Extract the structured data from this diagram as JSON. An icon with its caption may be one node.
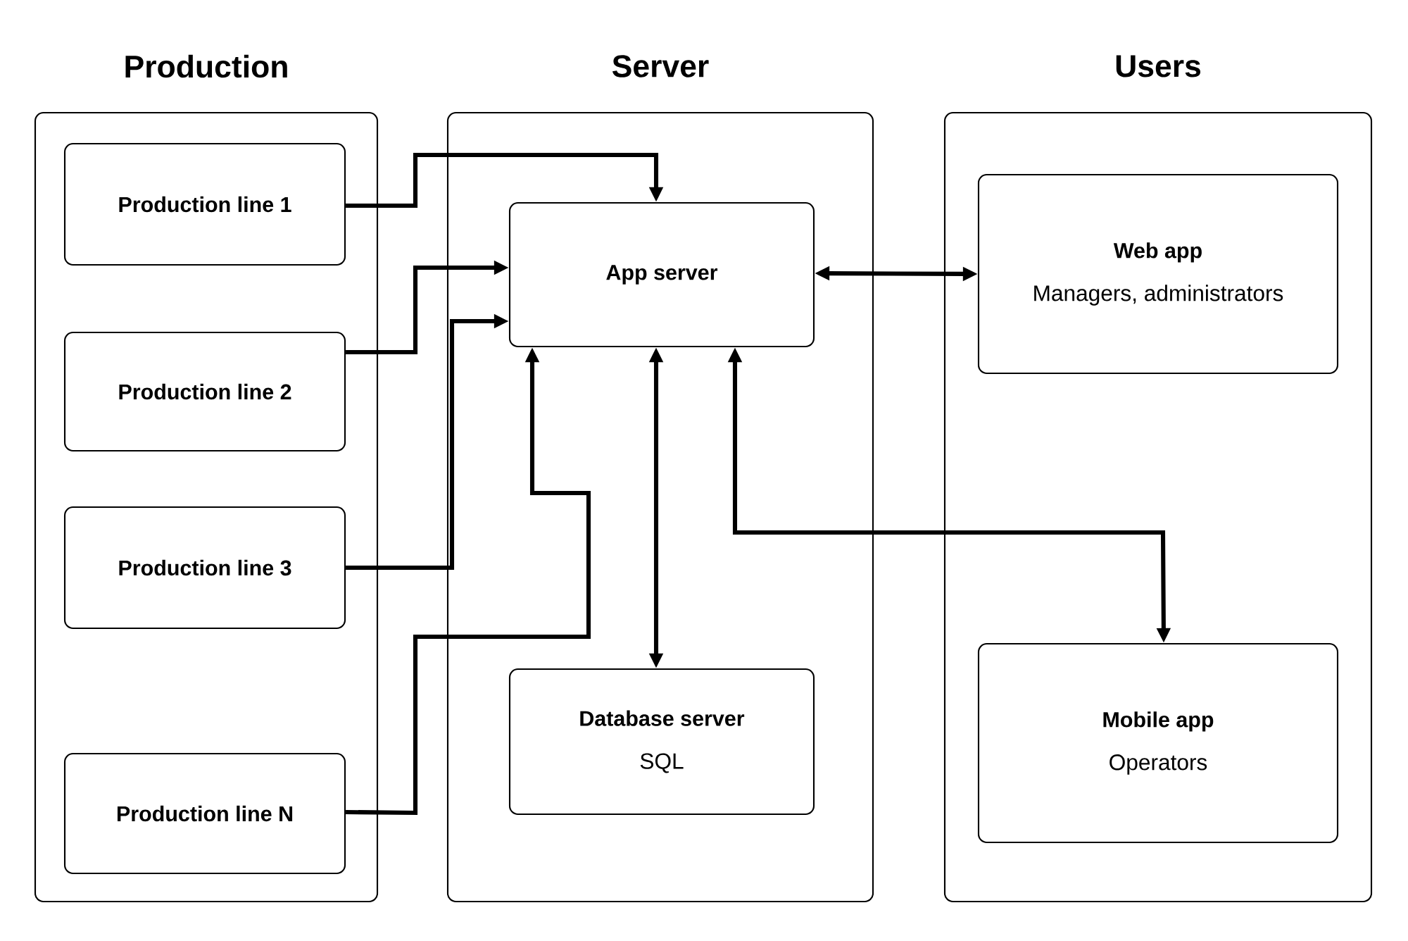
{
  "diagram": {
    "nodes": [
      {
        "text": [
          "Production"
        ]
      },
      {
        "text": [
          "Server"
        ]
      },
      {
        "text": [
          "Users"
        ]
      },
      {
        "text": [
          "Production line 1"
        ],
        "in": 0
      },
      {
        "text": [
          "Production line 2"
        ],
        "in": 0
      },
      {
        "text": [
          "Production line 3"
        ],
        "in": 0
      },
      {
        "text": [
          "Production line N"
        ],
        "in": 0
      },
      {
        "text": [
          "App server"
        ],
        "in": 1
      },
      {
        "text": [
          "Database server",
          "SQL"
        ],
        "in": 1
      },
      {
        "text": [
          "Web app",
          "Managers, administrators"
        ],
        "in": 2
      },
      {
        "text": [
          "Mobile app",
          "Operators"
        ],
        "in": 2
      }
    ],
    "edges": [
      {
        "from": 3,
        "to": 7,
        "arrow": "to"
      },
      {
        "from": 4,
        "to": 7,
        "arrow": "to"
      },
      {
        "from": 5,
        "to": 7,
        "arrow": "to"
      },
      {
        "from": 6,
        "to": 7,
        "arrow": "to"
      },
      {
        "from": 7,
        "to": 9,
        "arrow": "both"
      },
      {
        "from": 7,
        "to": 8,
        "arrow": "both"
      },
      {
        "from": 7,
        "to": 10,
        "arrow": "both"
      }
    ]
  }
}
